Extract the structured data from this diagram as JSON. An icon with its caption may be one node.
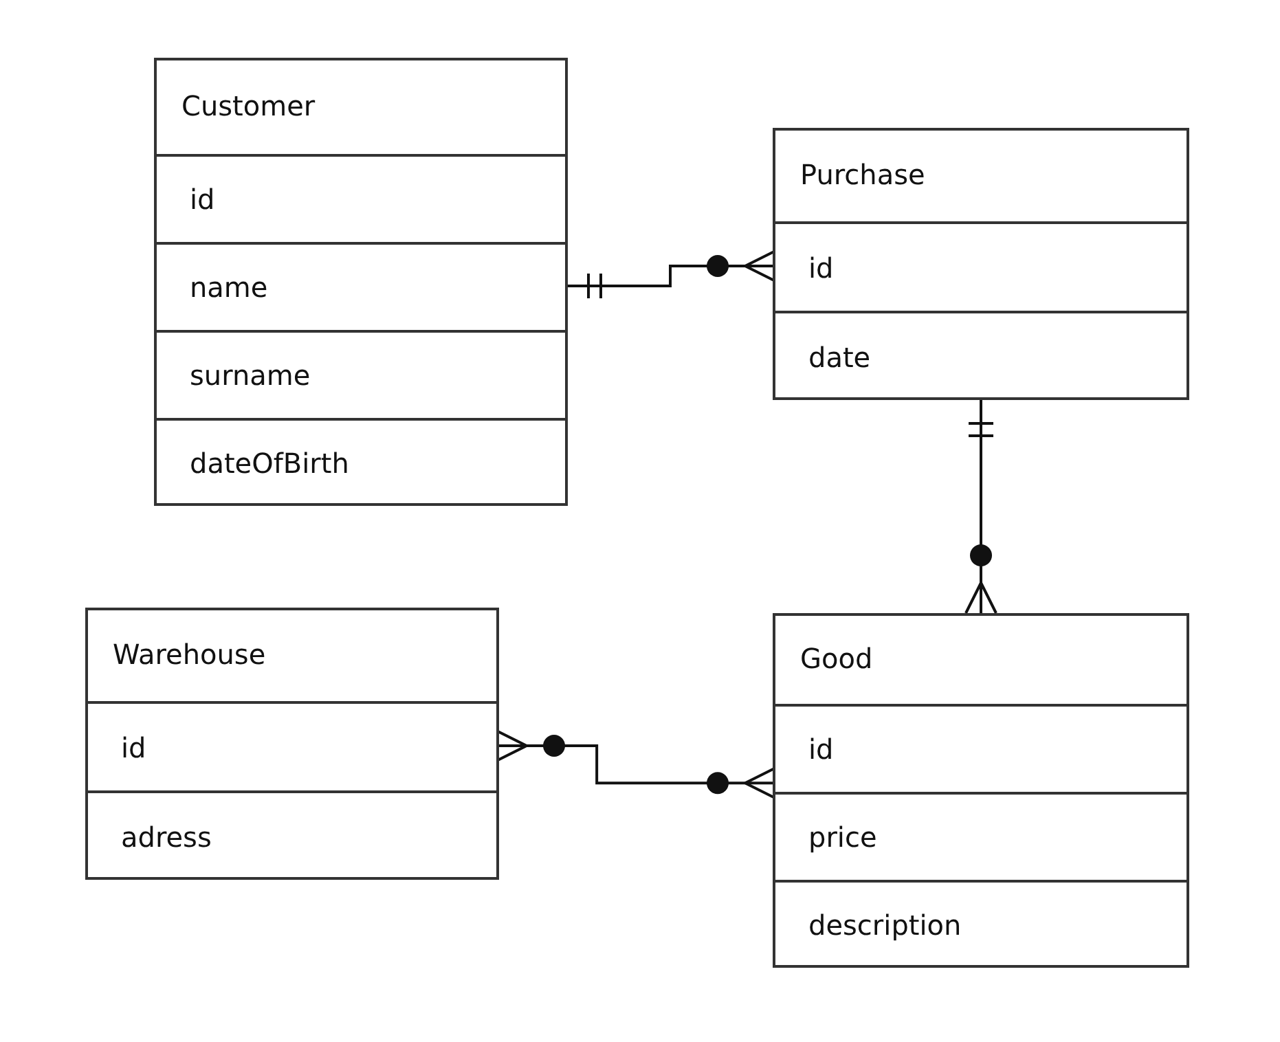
{
  "diagram": {
    "nodes": [
      {
        "text": [
          "Customer"
        ]
      },
      {
        "text": [
          "id"
        ],
        "in": 0
      },
      {
        "text": [
          "name"
        ],
        "in": 0
      },
      {
        "text": [
          "surname"
        ],
        "in": 0
      },
      {
        "text": [
          "dateOfBirth"
        ],
        "in": 0
      },
      {
        "text": [
          "Purchase"
        ]
      },
      {
        "text": [
          "id"
        ],
        "in": 5
      },
      {
        "text": [
          "date"
        ],
        "in": 5
      },
      {
        "text": [
          "Warehouse"
        ]
      },
      {
        "text": [
          "id"
        ],
        "in": 8
      },
      {
        "text": [
          "adress"
        ],
        "in": 8
      },
      {
        "text": [
          "Good"
        ]
      },
      {
        "text": [
          "id"
        ],
        "in": 11
      },
      {
        "text": [
          "price"
        ],
        "in": 11
      },
      {
        "text": [
          "description"
        ],
        "in": 11
      }
    ],
    "edges": [
      {
        "from": 2,
        "to": 6,
        "arrow": "other"
      },
      {
        "from": 7,
        "to": 11,
        "arrow": "other"
      },
      {
        "from": 9,
        "to": 12,
        "arrow": "other"
      }
    ]
  }
}
